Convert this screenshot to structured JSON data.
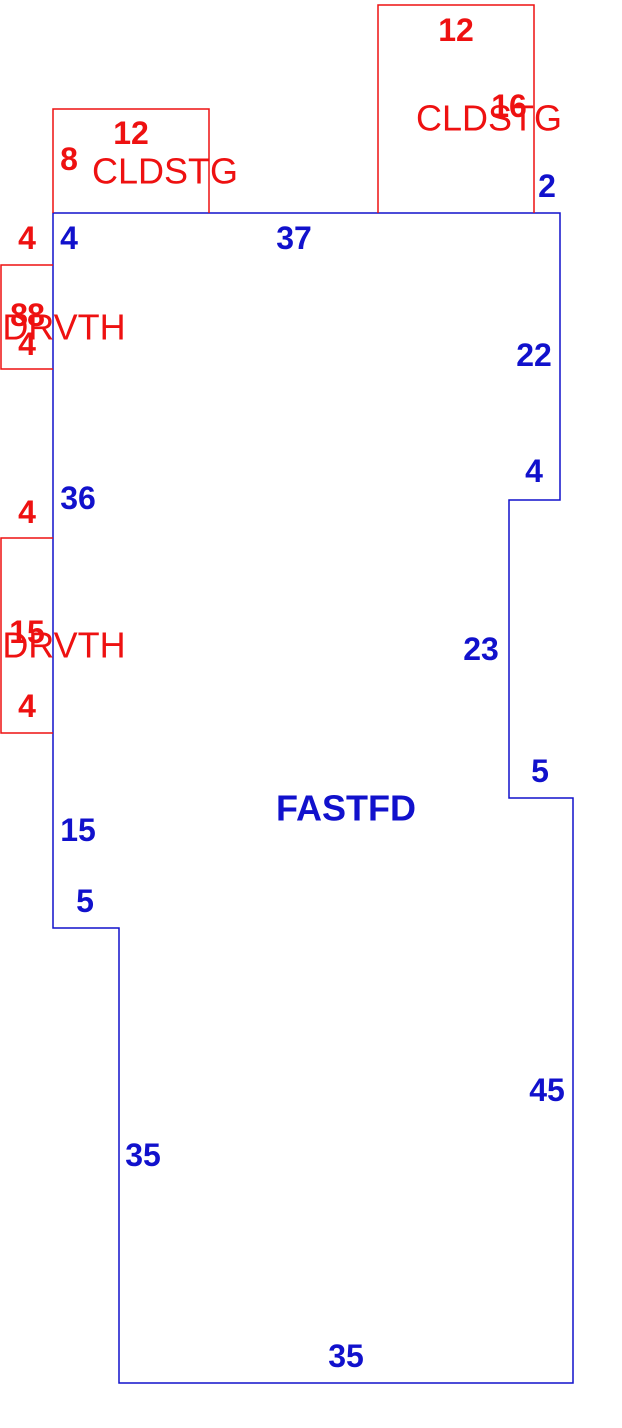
{
  "colors": {
    "main_area": "#1111cc",
    "addon_areas": "#ee1111",
    "background": "#ffffff"
  },
  "main_area": {
    "name": "FASTFD",
    "dimensions": {
      "top": "37",
      "top_left_jog": "4",
      "upper_right": "22",
      "right_jog": "4",
      "middle_right": "23",
      "right_step": "5",
      "lower_right": "45",
      "bottom": "35",
      "lower_left": "35",
      "left_step": "5",
      "left_lower": "15",
      "left_upper": "36",
      "top_right_jog": "2"
    }
  },
  "addons": {
    "cldstg_left": {
      "name": "CLDSTG",
      "width": "12",
      "depth": "8"
    },
    "cldstg_right": {
      "name": "CLDSTG",
      "width": "12",
      "depth": "16"
    },
    "drvth_upper": {
      "name": "DRVTH",
      "top": "4",
      "length": "8",
      "length_overlap": "8",
      "bottom": "4"
    },
    "drvth_lower": {
      "name": "DRVTH",
      "top": "4",
      "length": "15",
      "bottom": "4"
    }
  }
}
